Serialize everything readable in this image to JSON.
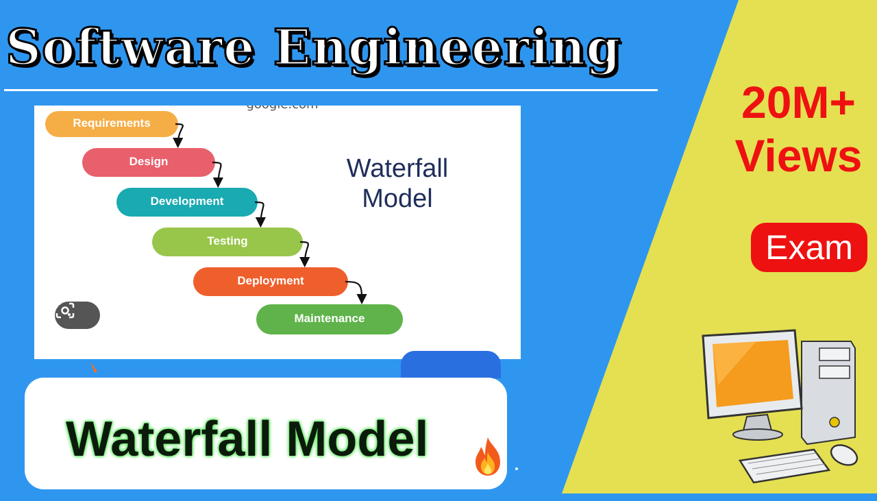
{
  "header": {
    "title": "Software Engineering"
  },
  "badges": {
    "views_line1": "20M+",
    "views_line2": "Views",
    "exam": "Exam"
  },
  "diagram": {
    "source_text": "google.com",
    "title_line1": "Waterfall",
    "title_line2": "Model",
    "steps": [
      {
        "label": "Requirements",
        "color": "#f5ad45"
      },
      {
        "label": "Design",
        "color": "#e8606c"
      },
      {
        "label": "Development",
        "color": "#19aab2"
      },
      {
        "label": "Testing",
        "color": "#98c64a"
      },
      {
        "label": "Deployment",
        "color": "#ee5f2c"
      },
      {
        "label": "Maintenance",
        "color": "#5fb34a"
      }
    ]
  },
  "footer": {
    "caption": "Waterfall Model"
  },
  "colors": {
    "background_blue": "#2f96f0",
    "background_yellow": "#e4e052",
    "accent_red": "#ee1111"
  },
  "icons": [
    "lens-icon",
    "fire-icon",
    "computer-icon"
  ]
}
